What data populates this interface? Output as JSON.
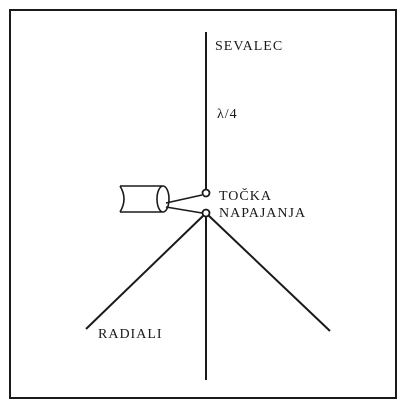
{
  "diagram": {
    "labels": {
      "radiator": "SEVALEC",
      "length": "λ/4",
      "feed_point_line1": "TOČKA",
      "feed_point_line2": "NAPAJANJA",
      "radials": "RADIALI"
    },
    "colors": {
      "stroke": "#1a1a1a",
      "background": "#ffffff"
    }
  }
}
